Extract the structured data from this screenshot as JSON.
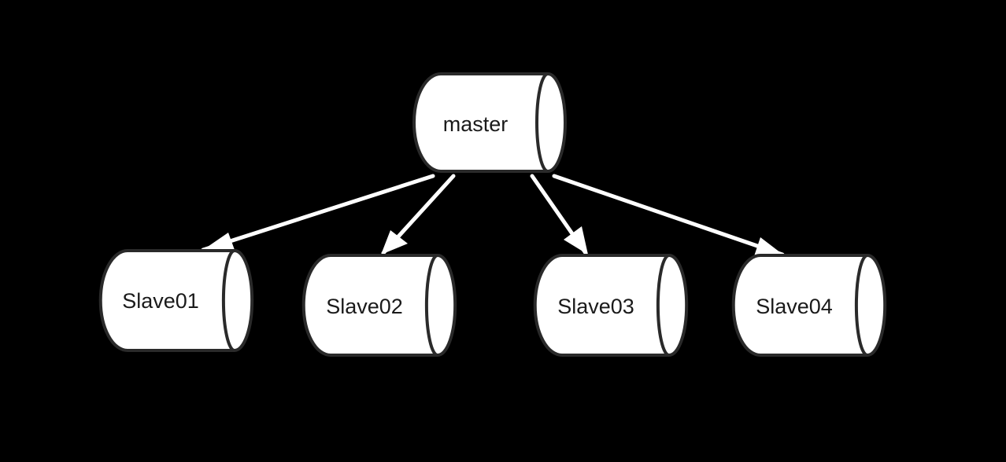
{
  "diagram": {
    "colors": {
      "background": "#000000",
      "node_fill": "#ffffff",
      "node_stroke": "#2a2a2a",
      "arrow": "#ffffff",
      "text": "#1a1a1a"
    },
    "nodes": [
      {
        "id": "master",
        "label": "master",
        "shape": "cylinder"
      },
      {
        "id": "slave01",
        "label": "Slave01",
        "shape": "cylinder"
      },
      {
        "id": "slave02",
        "label": "Slave02",
        "shape": "cylinder"
      },
      {
        "id": "slave03",
        "label": "Slave03",
        "shape": "cylinder"
      },
      {
        "id": "slave04",
        "label": "Slave04",
        "shape": "cylinder"
      }
    ],
    "edges": [
      {
        "from": "master",
        "to": "slave01"
      },
      {
        "from": "master",
        "to": "slave02"
      },
      {
        "from": "master",
        "to": "slave03"
      },
      {
        "from": "master",
        "to": "slave04"
      }
    ]
  }
}
